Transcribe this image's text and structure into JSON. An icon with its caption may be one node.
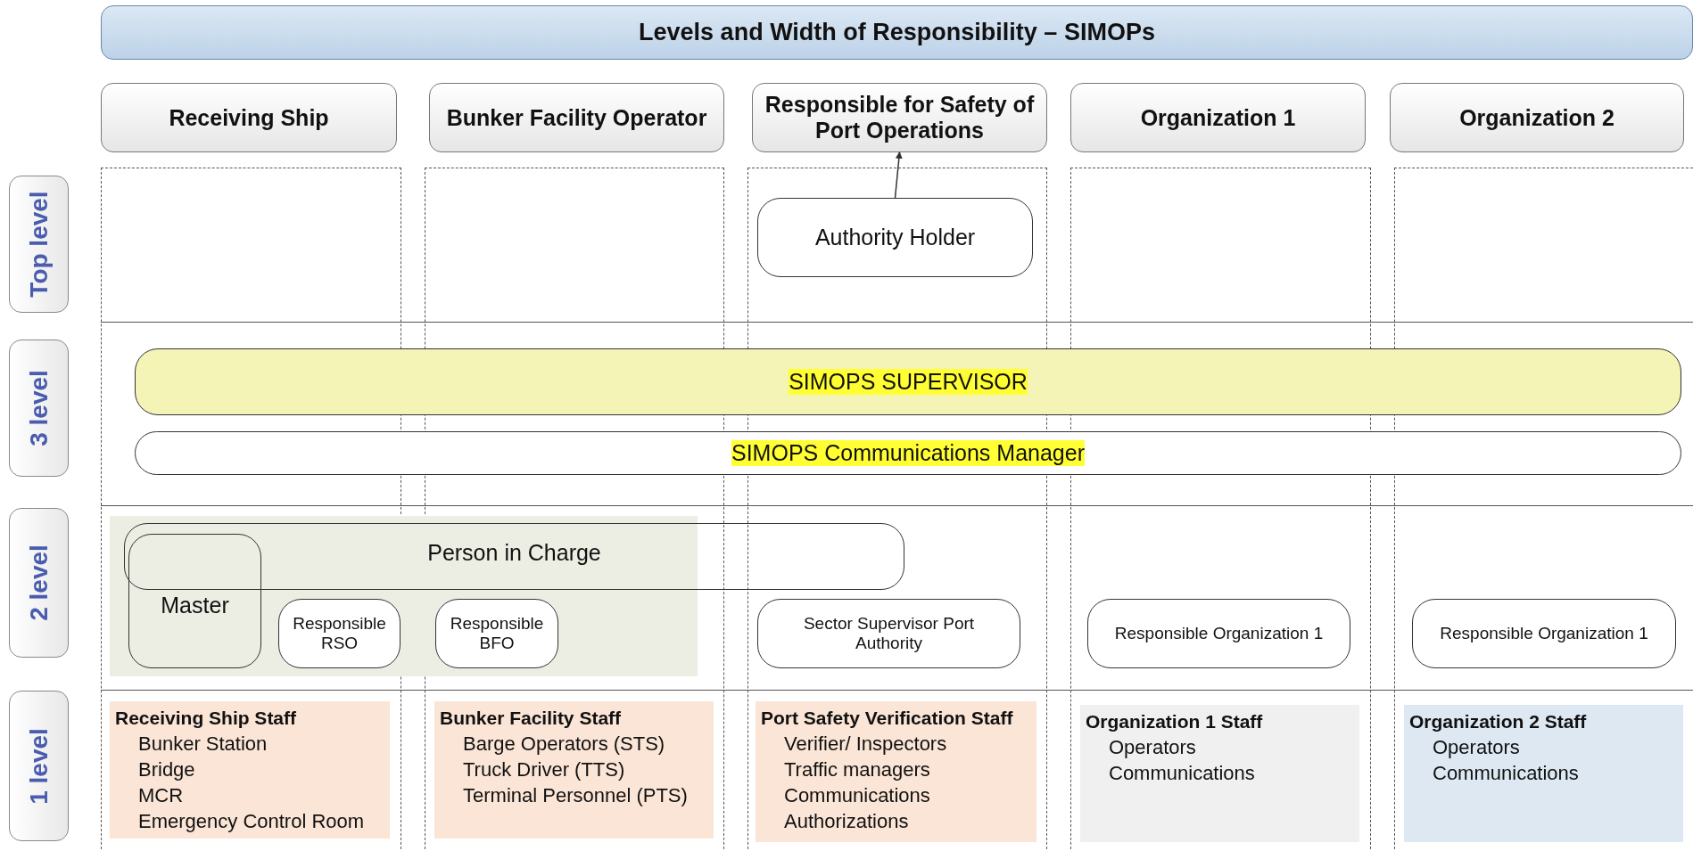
{
  "diagram": {
    "title": "Levels and Width of Responsibility – SIMOPs",
    "nodes": [
      {
        "text": [
          "Receiving Ship"
        ]
      },
      {
        "text": [
          "Bunker Facility Operator"
        ]
      },
      {
        "text": [
          "Responsible for Safety of Port Operations"
        ]
      },
      {
        "text": [
          "Organization 1"
        ]
      },
      {
        "text": [
          "Organization 2"
        ]
      },
      {
        "text": [
          "Top level"
        ]
      },
      {
        "text": [
          "3 level"
        ]
      },
      {
        "text": [
          "2 level"
        ]
      },
      {
        "text": [
          "1 level"
        ]
      },
      {
        "text": [
          "Authority Holder"
        ]
      },
      {
        "text": [
          "SIMOPS SUPERVISOR"
        ]
      },
      {
        "text": [
          "SIMOPS Communications Manager"
        ]
      },
      {
        "text": [],
        "shape": "box"
      },
      {
        "text": [
          "Person in Charge"
        ]
      },
      {
        "text": [
          "Master"
        ],
        "in": 12
      },
      {
        "text": [
          "Responsible RSO"
        ],
        "in": 12
      },
      {
        "text": [
          "Responsible BFO"
        ],
        "in": 12
      },
      {
        "text": [
          "Sector Supervisor Port Authority"
        ]
      },
      {
        "text": [
          "Responsible Organization 1"
        ]
      },
      {
        "text": [
          "Responsible Organization 1"
        ]
      },
      {
        "text": [
          "Receiving Ship Staff",
          "Bunker Station",
          "Bridge",
          "MCR",
          "Emergency Control Room"
        ]
      },
      {
        "text": [
          "Bunker Facility Staff",
          "Barge Operators (STS)",
          "Truck Driver (TTS)",
          "Terminal Personnel (PTS)"
        ]
      },
      {
        "text": [
          "Port Safety Verification Staff",
          "Verifier/ Inspectors",
          "Traffic managers",
          "Communications",
          "Authorizations"
        ]
      },
      {
        "text": [
          "Organization 1 Staff",
          "Operators",
          "Communications"
        ]
      },
      {
        "text": [
          "Organization 2 Staff",
          "Operators",
          "Communications"
        ]
      }
    ],
    "edges": [
      {
        "from": 9,
        "to": 2,
        "arrow": "to"
      }
    ]
  }
}
